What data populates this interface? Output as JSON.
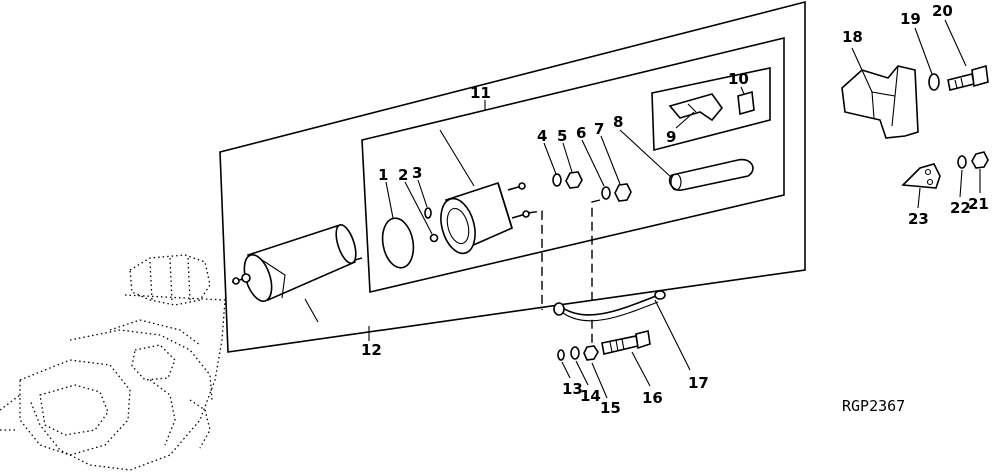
{
  "labels": {
    "p1": "1",
    "p2": "2",
    "p3": "3",
    "p4": "4",
    "p5": "5",
    "p6": "6",
    "p7": "7",
    "p8": "8",
    "p9": "9",
    "p10": "10",
    "p11": "11",
    "p12": "12",
    "p13": "13",
    "p14": "14",
    "p15": "15",
    "p16": "16",
    "p17": "17",
    "p18": "18",
    "p19": "19",
    "p20": "20",
    "p21": "21",
    "p22": "22",
    "p23": "23"
  },
  "figure_code": "RGP2367"
}
